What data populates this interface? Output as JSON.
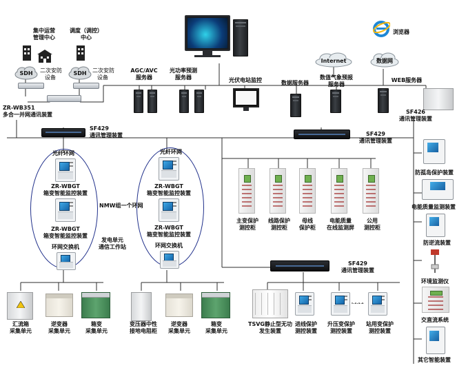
{
  "labels": {
    "central_center": "集中运营\n管理中心",
    "dispatch_center": "调度（调控）\n中心",
    "sdh": "SDH",
    "security_1": "二次安防\n设备",
    "security_2": "二次安防\n设备",
    "agc_server": "AGC/AVC\n服务器",
    "power_forecast_server": "光功率预测\n服务器",
    "pv_monitor": "光伏电站监控",
    "data_server": "数据服务器",
    "internet": "Internet",
    "weather_server": "数值气象预报\n服务器",
    "datanet": "数据网",
    "web_server": "WEB服务器",
    "browser": "浏览器",
    "zr_wb351": "ZR-WB351\n多合一并网通讯装置",
    "sf426": "SF426\n通讯管理装置",
    "sf429_left": "SF429\n通讯管理装置",
    "sf429_right": "SF429\n通讯管理装置",
    "sf429_bottom": "SF429\n通讯管理装置",
    "fiber_ring_left": "光纤环网",
    "fiber_ring_right": "光纤环网",
    "zr_wbgt_1": "ZR-WBGT\n箱变智能监控装置",
    "zr_wbgt_2": "ZR-WBGT\n箱变智能监控装置",
    "zr_wbgt_3": "ZR-WBGT\n箱变智能监控装置",
    "zr_wbgt_4": "ZR-WBGT\n箱变智能监控装置",
    "ring_switch_left": "环网交换机",
    "ring_switch_right": "环网交换机",
    "nmw_ring": "NMW组一个环网",
    "gen_unit": "发电单元\n通信工作站",
    "main_transformer": "主变保护\n测控柜",
    "line_protect": "线路保护\n测控柜",
    "busbar": "母线\n保护柜",
    "power_quality_screen": "电能质量\n在线监测屏",
    "public_cabinet": "公用\n测控柜",
    "anti_islanding": "防孤岛保护装置",
    "power_quality_device": "电能质量监测装置",
    "anti_reverse": "防逆流装置",
    "env_monitor": "环境监测仪",
    "ac_dc": "交直流系统",
    "other_devices": "其它智能装置",
    "combiner": "汇流箱\n采集单元",
    "inverter_left": "逆变器\n采集单元",
    "box_transformer_left": "箱变\n采集单元",
    "neutral_grounding": "变压器中性\n接地电阻柜",
    "inverter_right": "逆变器\n采集单元",
    "box_transformer_right": "箱变\n采集单元",
    "tsvg": "TSVG静止型无功\n发生装置",
    "incoming_line": "进线保护\n测控装置",
    "boost_transformer": "升压变保护\n测控装置",
    "station_transformer": "站用变保护\n测控装置",
    "ellipsis": "……"
  },
  "colors": {
    "wire": "#2b2b2b",
    "ring": "#1f2f8a",
    "bus": "#1a1a1a"
  },
  "icons": {
    "building": "building-icon",
    "cloud": "cloud-icon",
    "browser": "ie-browser-icon",
    "warning": "warning-triangle-icon"
  }
}
